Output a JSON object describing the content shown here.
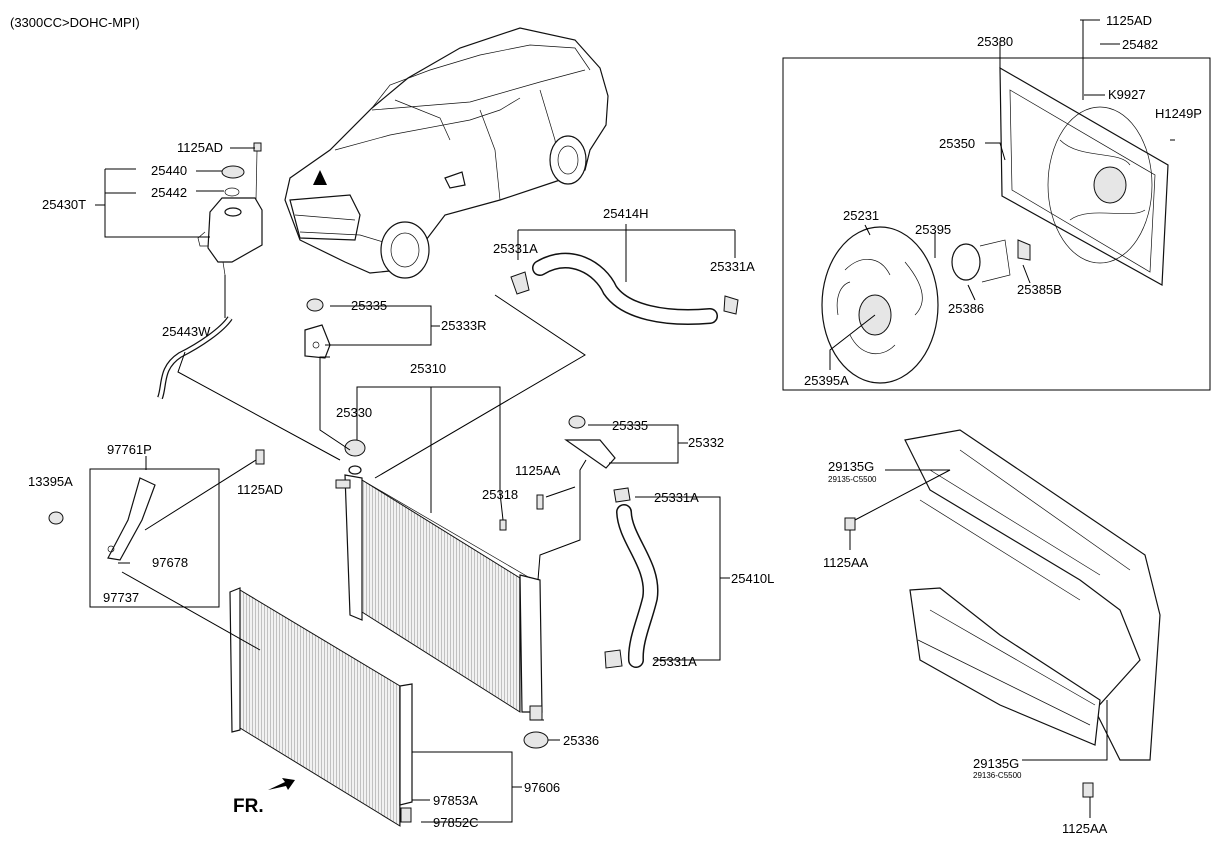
{
  "header": {
    "engine": "(3300CC>DOHC-MPI)"
  },
  "fr_label": "FR.",
  "labels": {
    "p1125AD_a": "1125AD",
    "p25440": "25440",
    "p25442": "25442",
    "p25430T": "25430T",
    "p25443W": "25443W",
    "p25335_a": "25335",
    "p25333R": "25333R",
    "p25310": "25310",
    "p25330": "25330",
    "p25318": "25318",
    "p25414H": "25414H",
    "p25331A_a": "25331A",
    "p25331A_b": "25331A",
    "p25335_b": "25335",
    "p25332": "25332",
    "p1125AA_a": "1125AA",
    "p25331A_c": "25331A",
    "p25410L": "25410L",
    "p25331A_d": "25331A",
    "p25336": "25336",
    "p97761P": "97761P",
    "p13395A": "13395A",
    "p1125AD_b": "1125AD",
    "p97678": "97678",
    "p97737": "97737",
    "p97606": "97606",
    "p97853A": "97853A",
    "p97852C": "97852C",
    "p1125AD_c": "1125AD",
    "p25482": "25482",
    "p25380": "25380",
    "pK9927": "K9927",
    "pH1249P": "H1249P",
    "p25350": "25350",
    "p25231": "25231",
    "p25395": "25395",
    "p25386": "25386",
    "p25385B": "25385B",
    "p25395A": "25395A",
    "p29135G_a": "29135G",
    "p29135G_a_sub": "29135-C5500",
    "p1125AA_b": "1125AA",
    "p29135G_b": "29135G",
    "p29135G_b_sub": "29136-C5500",
    "p1125AA_c": "1125AA"
  }
}
